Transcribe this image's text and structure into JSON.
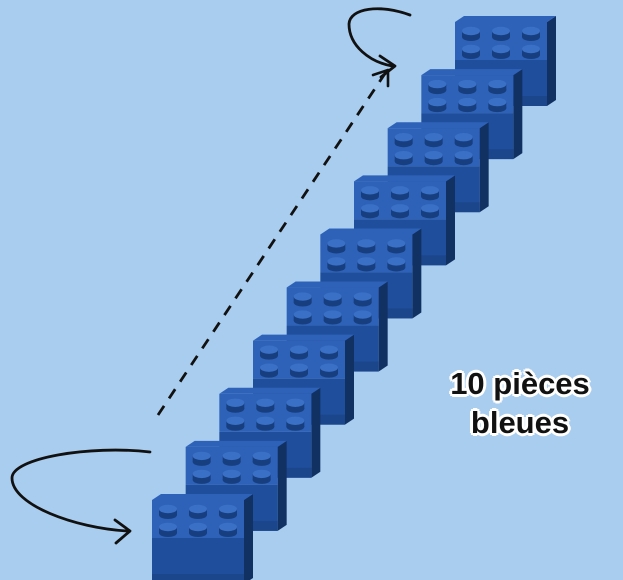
{
  "caption": {
    "line1": "10 pièces",
    "line2": "bleues"
  },
  "bricks": {
    "count": 10,
    "type": "2x3-brick",
    "color_top": "#2e62b8",
    "color_front": "#1f4f9c",
    "color_front_dark": "#173f7f",
    "color_side": "#123163",
    "color_stud": "#3a70c6"
  },
  "colors": {
    "background": "#a9cdef",
    "arrow": "#111111",
    "text": "#111111",
    "text_outline": "#ffffff"
  },
  "arrows": {
    "bottom_curl": "curved-arrow-icon",
    "top_curl": "curved-arrow-icon",
    "diagonal": "dashed-arrow-icon"
  }
}
